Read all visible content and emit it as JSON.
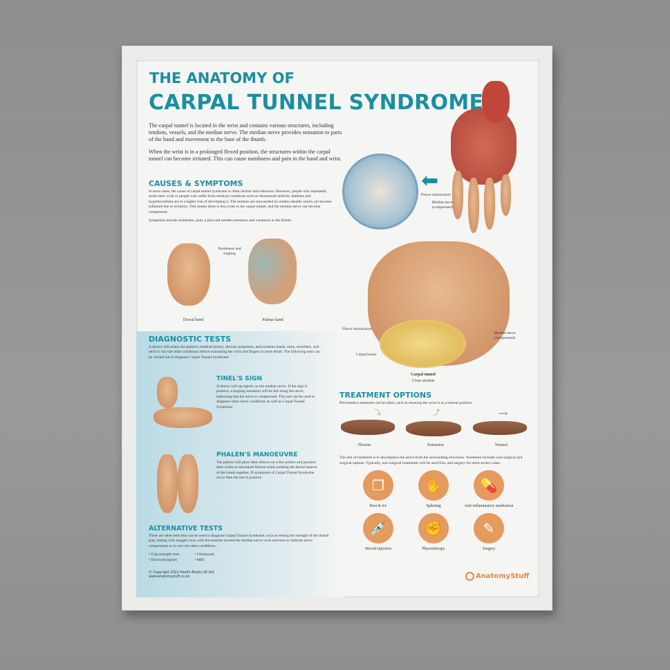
{
  "title": {
    "line1": "THE ANATOMY OF",
    "line2": "CARPAL TUNNEL SYNDROME"
  },
  "intro": [
    "The carpal tunnel is located in the wrist and contains various structures, including tendons, vessels, and the median nerve. The median nerve provides sensation to parts of the hand and movement to the base of the thumb.",
    "When the wrist is in a prolonged flexed position, the structures within the carpal tunnel can become irritated. This can cause numbness and pain in the hand and wrist."
  ],
  "causes": {
    "heading": "CAUSES & SYMPTOMS",
    "text": "In most cases, the cause of carpal tunnel syndrome is often unclear and unknown. However, people who repeatedly strain their wrist or people who suffer from medical conditions such as rheumatoid arthritis, diabetes and hypothyroidism are at a higher risk of developing it. The tendons are surrounded by tendon sheaths which can become inflamed due to irritation. This means there is less room in the carpal tunnel, and the median nerve can become compressed.",
    "symptoms": "Symptoms include numbness, pain, a pins and needles sensation and weakness in the thumb.",
    "label_numbness": "Numbness and tingling",
    "label_dorsal": "Dorsal hand",
    "label_palmar": "Palmar hand"
  },
  "anatomy": {
    "flexor_retinaculum": "Flexor retinaculum",
    "median_nerve": "Median nerve (compressed)",
    "carpal_bones": "Carpal bones",
    "carpal_tunnel": "Carpal tunnel",
    "cross_section": "Cross section"
  },
  "diagnostic": {
    "heading": "DIAGNOSTIC TESTS",
    "text": "A doctor will assess the patient's medical history, discuss symptoms, and examine hands, arms, shoulders, and neck to out rule other conditions before examining the wrist and fingers in more detail. The following tests can be carried out to diagnose Carpal Tunnel Syndrome:",
    "tinel": {
      "heading": "TINEL'S SIGN",
      "text": "A doctor will tap lightly on the median nerve. If the sign is positive, a tingling sensation will be felt along the nerve, indicating that the nerve is compressed. This test can be used to diagnose other nerve conditions as well as Carpal Tunnel Syndrome."
    },
    "phalen": {
      "heading": "PHALEN'S MANOEUVRE",
      "text": "The patient will place their elbows on a flat surface and position their wrists at maximum flexion while pushing the dorsal aspects of the hands together. If symptoms of Carpal Tunnel Syndrome occur then the test is positive."
    }
  },
  "alternative": {
    "heading": "ALTERNATIVE TESTS",
    "text": "There are other tests that can be used to diagnose Carpal Tunnel Syndrome, such as testing the strength of the thumb grip, testing with imagery how well the muscles around the median nerve work and tests to indicate nerve compression or to out rule other conditions.",
    "items": [
      "Grip strength tests",
      "Electromyogram",
      "Ultrasound",
      "MRI"
    ]
  },
  "treatment": {
    "heading": "TREATMENT OPTIONS",
    "text": "Preventative measures can be taken, such as ensuring the wrist is in a neutral position.",
    "positions": [
      "Flexion",
      "Extension",
      "Neutral"
    ],
    "text2": "The aim of treatment is to decompress the nerve from the surrounding structures. Treatment includes non-surgical and surgical options. Typically, non-surgical treatments will be used first, and surgery for more severe cases.",
    "options": [
      {
        "label": "Rest & ice",
        "icon": "ice-icon"
      },
      {
        "label": "Splinting",
        "icon": "splint-icon"
      },
      {
        "label": "Anti-inflammatory medication",
        "icon": "pills-icon"
      },
      {
        "label": "Steroid injection",
        "icon": "syringe-icon"
      },
      {
        "label": "Physiotherapy",
        "icon": "physio-icon"
      },
      {
        "label": "Surgery",
        "icon": "scalpel-icon"
      }
    ]
  },
  "footer": {
    "copyright": "© Copyright 2022 Health Books UK Ltd.",
    "url": "www.anatomystuff.co.uk",
    "brand": "AnatomyStuff"
  },
  "colors": {
    "accent": "#1a8fa0",
    "orange": "#e59a5e"
  }
}
